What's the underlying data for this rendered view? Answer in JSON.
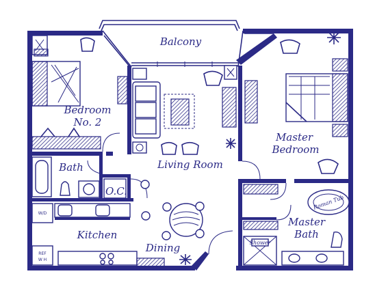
{
  "rooms": {
    "balcony": "Balcony",
    "bedroom2_line1": "Bedroom",
    "bedroom2_line2": "No. 2",
    "master_bedroom_line1": "Master",
    "master_bedroom_line2": "Bedroom",
    "living_room": "Living Room",
    "bath": "Bath",
    "oc": "O.C.",
    "kitchen": "Kitchen",
    "dining": "Dining",
    "master_bath_line1": "Master",
    "master_bath_line2": "Bath"
  },
  "fixtures": {
    "roman_tub": "Roman Tub",
    "shower": "Shower",
    "wd": "W/D",
    "appliance_line1": "REF",
    "appliance_line2": "W H"
  },
  "colors": {
    "ink": "#2b2a86",
    "background": "#ffffff"
  }
}
